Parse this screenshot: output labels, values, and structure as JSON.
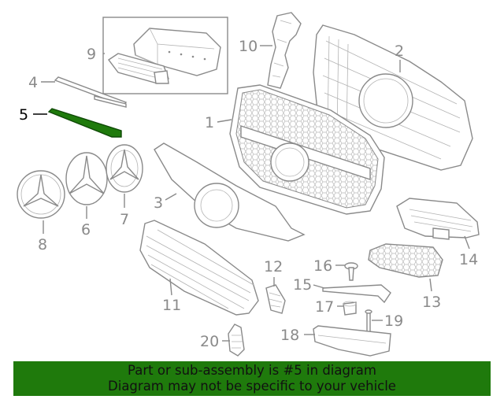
{
  "callouts": {
    "c1": "1",
    "c2": "2",
    "c3": "3",
    "c4": "4",
    "c5": "5",
    "c6": "6",
    "c7": "7",
    "c8": "8",
    "c9": "9",
    "c10": "10",
    "c11": "11",
    "c12": "12",
    "c13": "13",
    "c14": "14",
    "c15": "15",
    "c16": "16",
    "c17": "17",
    "c18": "18",
    "c19": "19",
    "c20": "20"
  },
  "highlighted_part": "5",
  "colors": {
    "banner": "#1f7a0c",
    "highlight": "#1f7a0c",
    "line": "#8a8a8a"
  },
  "banner": {
    "line1": "Part or sub-assembly is #5 in diagram",
    "line2": "Diagram may not be specific to your vehicle"
  }
}
